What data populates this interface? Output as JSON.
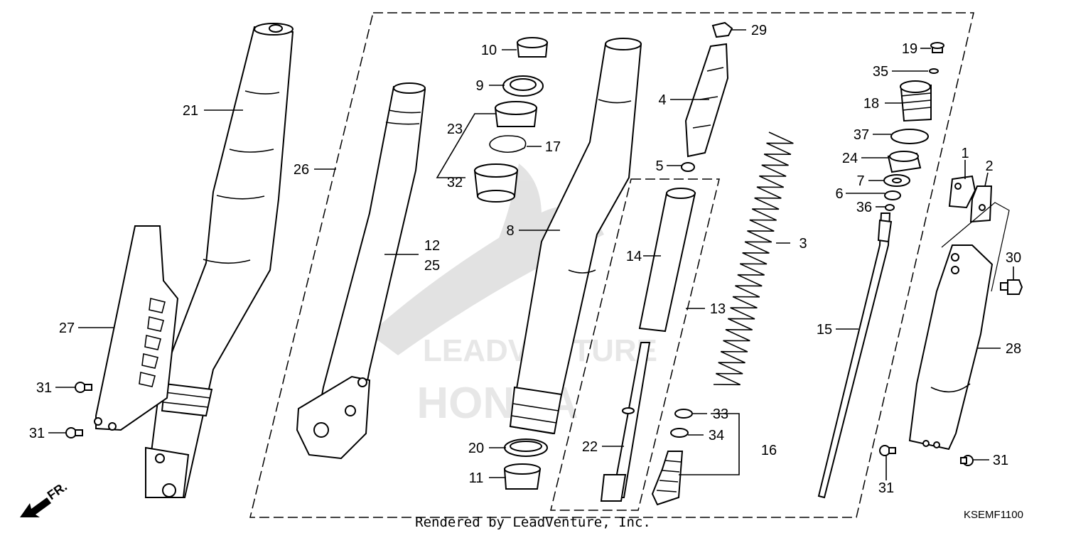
{
  "diagram": {
    "callouts": [
      "1",
      "2",
      "3",
      "4",
      "5",
      "6",
      "7",
      "8",
      "9",
      "10",
      "11",
      "12",
      "13",
      "14",
      "15",
      "16",
      "17",
      "18",
      "19",
      "20",
      "21",
      "22",
      "23",
      "24",
      "25",
      "26",
      "27",
      "28",
      "29",
      "30",
      "31",
      "32",
      "33",
      "34",
      "35",
      "36",
      "37"
    ],
    "direction_label": "FR.",
    "watermark_text": "LEADVENTURE",
    "watermark_brand": "HONDA",
    "footer_credit": "Rendered by LeadVenture, Inc.",
    "diagram_code": "KSEMF1100"
  }
}
